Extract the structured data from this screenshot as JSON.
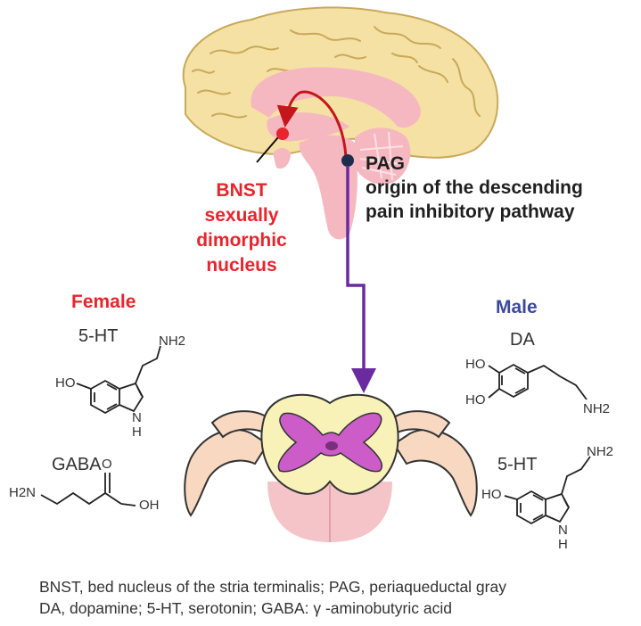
{
  "labels": {
    "bnst": [
      "BNST",
      "sexually",
      "dimorphic",
      "nucleus"
    ],
    "pag": [
      "PAG",
      "origin of the descending",
      "pain inhibitory pathway"
    ],
    "female": "Female",
    "male": "Male"
  },
  "female_molecules": {
    "serotonin": "5-HT",
    "gaba": "GABA"
  },
  "male_molecules": {
    "dopamine": "DA",
    "serotonin": "5-HT"
  },
  "atom_labels": {
    "nh2": "NH2",
    "ho": "HO",
    "h2n": "H2N",
    "oh": "OH",
    "o": "O",
    "n": "N",
    "h": "H"
  },
  "footnote": {
    "line1": "BNST, bed nucleus of the stria terminalis; PAG, periaqueductal gray",
    "line2": "DA, dopamine; 5-HT, serotonin; GABA: γ -aminobutyric acid"
  },
  "colors": {
    "brain": "#f5e1a4",
    "limbic": "#f5b8c0",
    "bnst_dot": "#e8242c",
    "pag_dot": "#1f2d4d",
    "pathway": "#6a2aa0",
    "red_arrow": "#c4161c",
    "spinal_white": "#f8f2b8",
    "spinal_gray": "#cc5cc8",
    "female": "#e8242c",
    "male": "#3b4a9a"
  }
}
